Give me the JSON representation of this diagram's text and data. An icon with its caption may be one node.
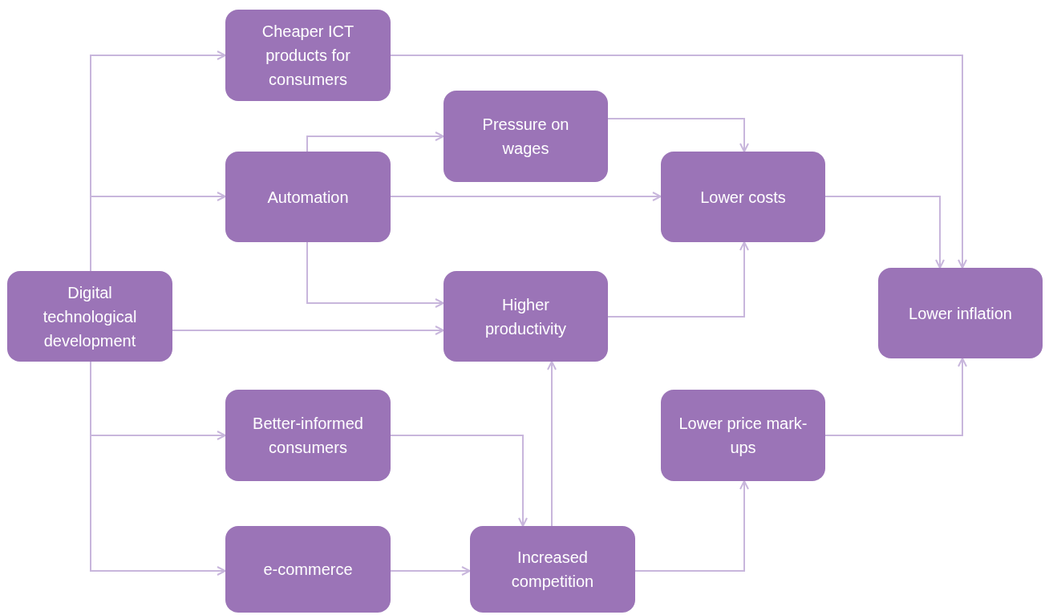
{
  "diagram": {
    "nodes": [
      {
        "text": [
          "Cheaper ICT products for consumers"
        ]
      },
      {
        "text": [
          "Pressure on wages"
        ]
      },
      {
        "text": [
          "Automation"
        ]
      },
      {
        "text": [
          "Lower costs"
        ]
      },
      {
        "text": [
          "Digital technological development"
        ]
      },
      {
        "text": [
          "Higher productivity"
        ]
      },
      {
        "text": [
          "Lower inflation"
        ]
      },
      {
        "text": [
          "Better-informed consumers"
        ]
      },
      {
        "text": [
          "Lower price mark-ups"
        ]
      },
      {
        "text": [
          "e-commerce"
        ]
      },
      {
        "text": [
          "Increased competition"
        ]
      }
    ],
    "edges": [
      {
        "from": 4,
        "to": 0,
        "arrow": "to"
      },
      {
        "from": 4,
        "to": 2,
        "arrow": "to"
      },
      {
        "from": 4,
        "to": 5,
        "arrow": "to"
      },
      {
        "from": 4,
        "to": 7,
        "arrow": "to"
      },
      {
        "from": 4,
        "to": 9,
        "arrow": "to"
      },
      {
        "from": 0,
        "to": 6,
        "arrow": "to"
      },
      {
        "from": 2,
        "to": 1,
        "arrow": "to"
      },
      {
        "from": 2,
        "to": 3,
        "arrow": "to"
      },
      {
        "from": 2,
        "to": 5,
        "arrow": "to"
      },
      {
        "from": 1,
        "to": 3,
        "arrow": "to"
      },
      {
        "from": 3,
        "to": 6,
        "arrow": "to"
      },
      {
        "from": 5,
        "to": 3,
        "arrow": "to"
      },
      {
        "from": 7,
        "to": 10,
        "arrow": "to"
      },
      {
        "from": 9,
        "to": 10,
        "arrow": "to"
      },
      {
        "from": 10,
        "to": 5,
        "arrow": "to"
      },
      {
        "from": 10,
        "to": 8,
        "arrow": "to"
      },
      {
        "from": 8,
        "to": 6,
        "arrow": "to"
      }
    ]
  }
}
